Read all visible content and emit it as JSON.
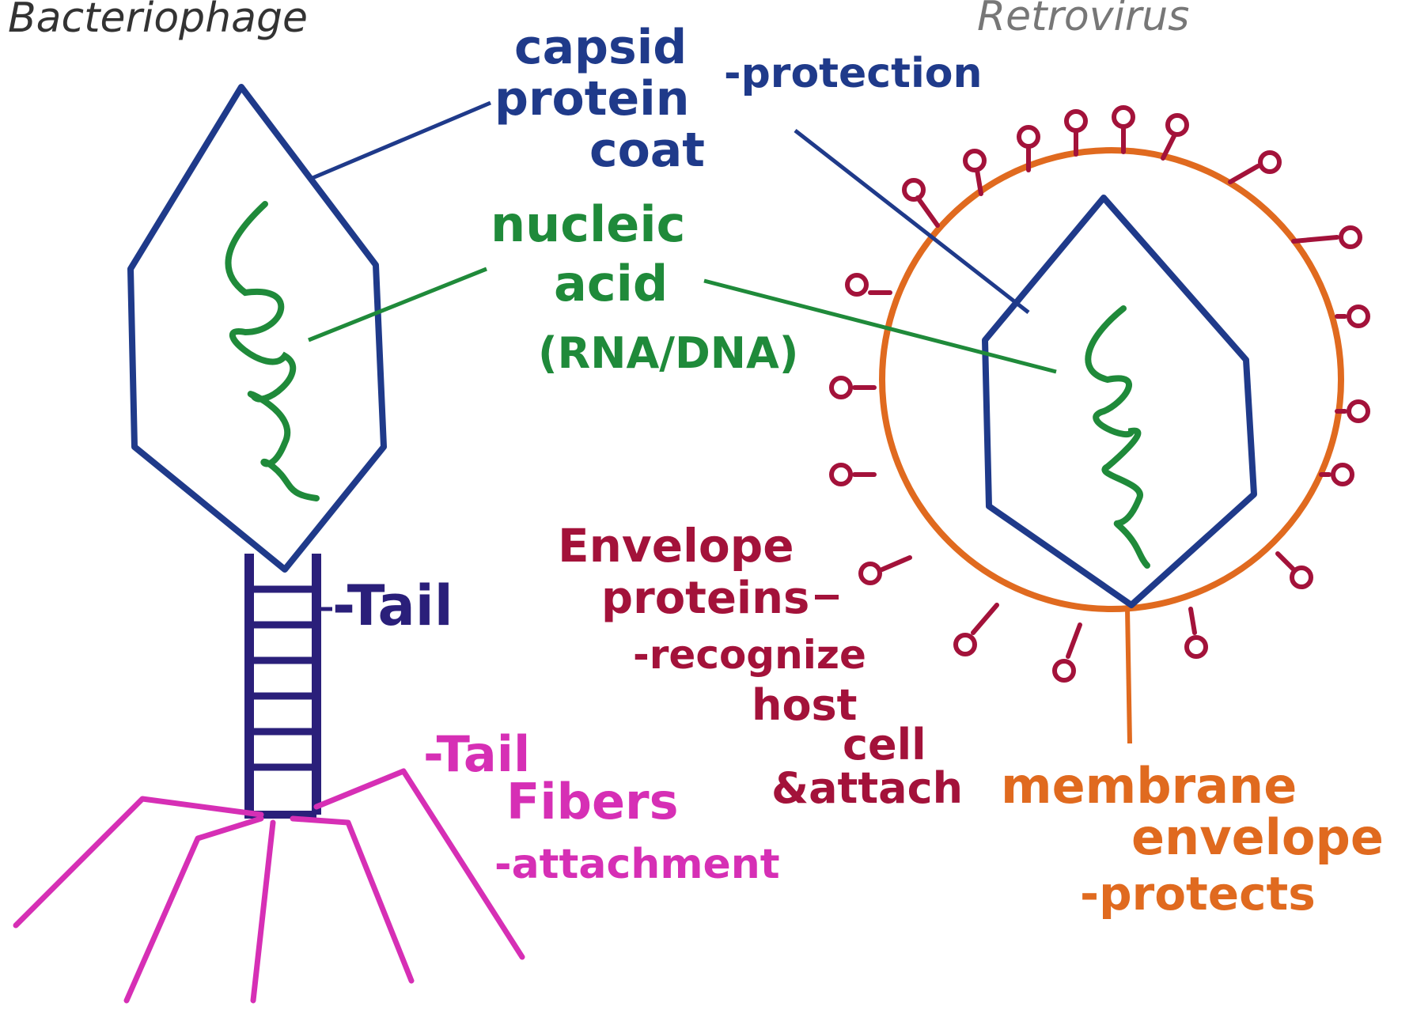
{
  "titles": {
    "left": "Bacteriophage",
    "right": "Retrovirus"
  },
  "labels": {
    "capsid": [
      "capsid",
      "protein",
      "coat"
    ],
    "capsid_function": "-protection",
    "nucleic": [
      "nucleic",
      "acid",
      "(RNA/DNA)"
    ],
    "tail": "-Tail",
    "tail_fibers": [
      "-Tail",
      "Fibers",
      "-attachment"
    ],
    "envelope_proteins": [
      "Envelope",
      "proteins",
      "-recognize",
      "host",
      "cell",
      "&attach"
    ],
    "membrane": [
      "membrane",
      "envelope",
      "-protects"
    ]
  },
  "colors": {
    "capsid": "#1f3a8a",
    "nucleic": "#1f8a3a",
    "tail": "#2a1f7a",
    "fibers": "#d62fb5",
    "envelope_proteins": "#a3123a",
    "membrane": "#e06a1f",
    "pencil": "#333333"
  }
}
